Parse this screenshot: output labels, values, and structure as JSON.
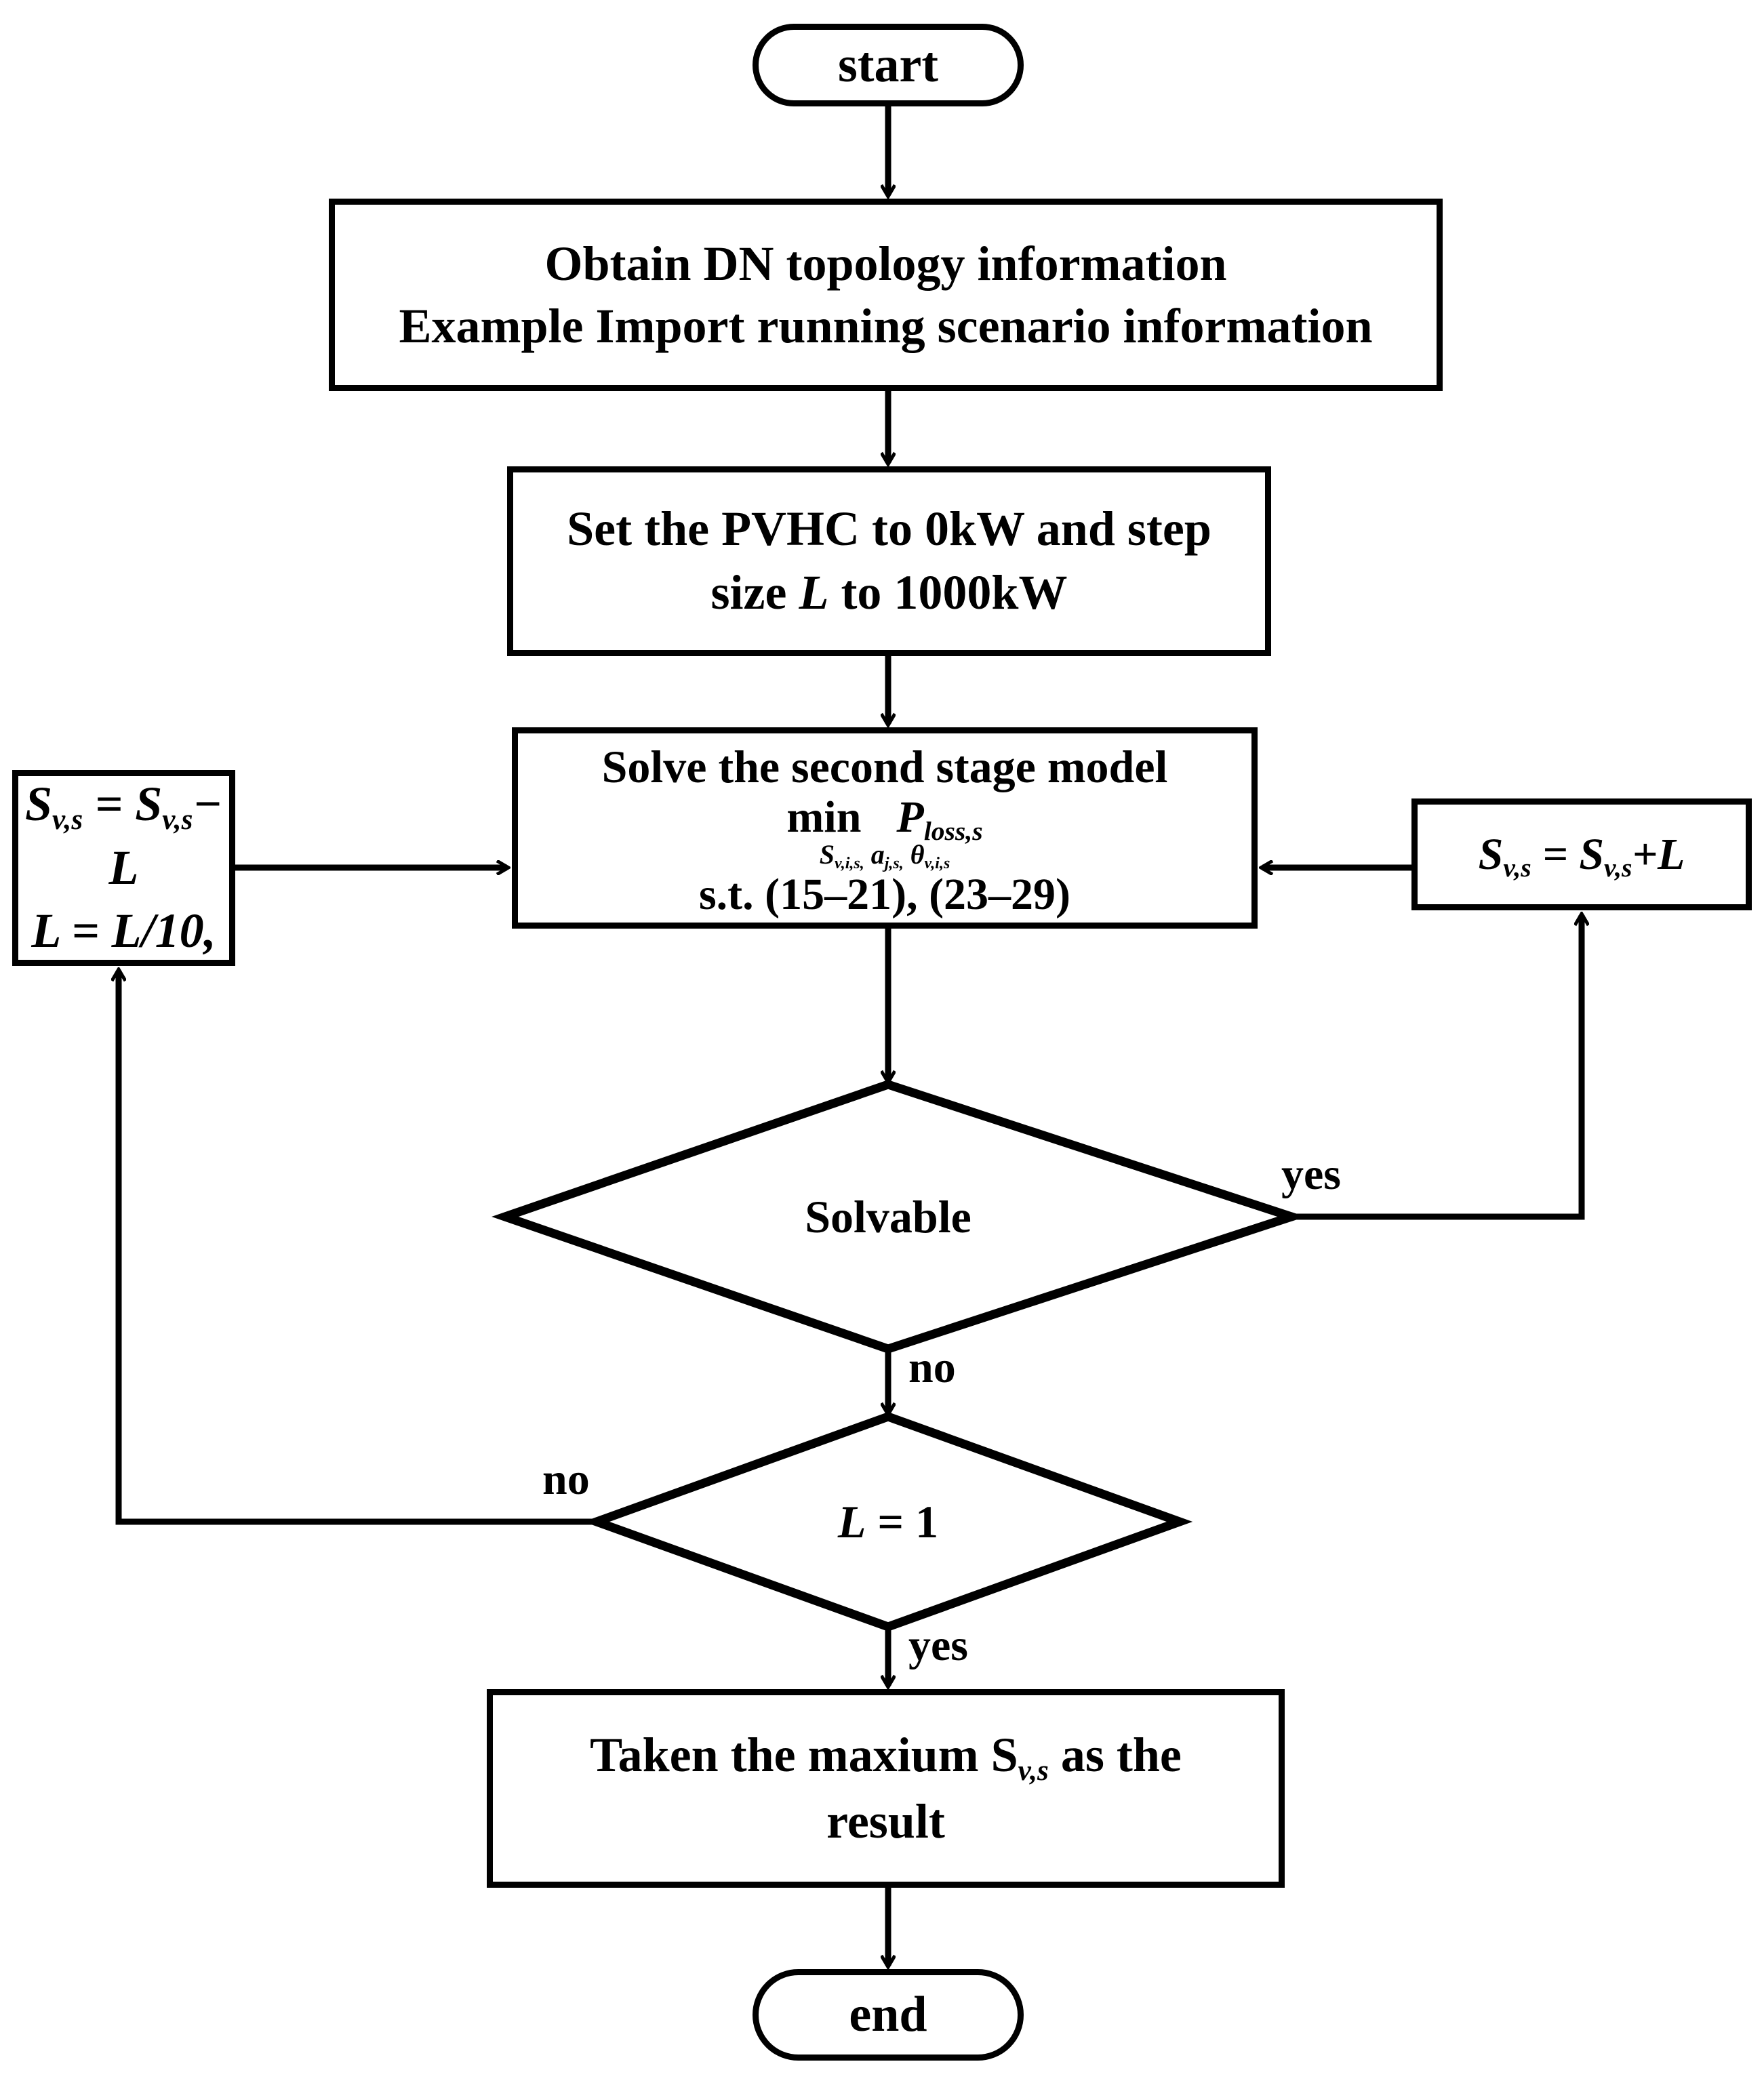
{
  "diagram": {
    "title": "PVHC iterative solution flowchart",
    "stroke_color": "#000000",
    "fill_color": "#ffffff"
  },
  "nodes": {
    "start": {
      "label": "start",
      "shape": "terminator"
    },
    "obtain_info": {
      "shape": "process",
      "line1": "Obtain DN topology information",
      "line2": "Example Import running scenario information"
    },
    "init_pvhc": {
      "shape": "process",
      "line1_a": "Set the PVHC to 0kW and step",
      "line2_a": "size ",
      "line2_var": "L",
      "line2_b": " to 1000kW"
    },
    "solve_model": {
      "shape": "process",
      "line1": "Solve the second stage model",
      "min_word": "min",
      "objective_symbol": "P",
      "objective_sub": "loss,s",
      "decision_vars": "S",
      "decision_vars_sub1": "v,i,s,",
      "decision_vars_2": "a",
      "decision_vars_sub2": "j,s,",
      "decision_vars_3": "θ",
      "decision_vars_sub3": "v,i,s",
      "constraints": "s.t. (15–21), (23–29)"
    },
    "decrement": {
      "shape": "process",
      "line1_lhs": "S",
      "line1_lhs_sub": "v,s",
      "line1_eq": " = ",
      "line1_rhs": "S",
      "line1_rhs_sub": "v,s",
      "line1_op": "− L",
      "line2": "L = L/10,"
    },
    "increment": {
      "shape": "process",
      "lhs": "S",
      "lhs_sub": "v,s",
      "eq": " = ",
      "rhs": "S",
      "rhs_sub": "v,s",
      "op": "+L"
    },
    "solvable": {
      "shape": "decision",
      "label": "Solvable"
    },
    "step_is_one": {
      "shape": "decision",
      "label_var": "L",
      "label_rest": " = 1"
    },
    "take_max": {
      "shape": "process",
      "line1_a": "Taken the maxium S",
      "line1_sub": "v,s",
      "line1_b": " as the",
      "line2": "result"
    },
    "end": {
      "label": "end",
      "shape": "terminator"
    }
  },
  "branch_labels": {
    "solvable_yes": "yes",
    "solvable_no": "no",
    "step_no": "no",
    "step_yes": "yes"
  },
  "edges": [
    {
      "from": "start",
      "to": "obtain_info",
      "label": ""
    },
    {
      "from": "obtain_info",
      "to": "init_pvhc",
      "label": ""
    },
    {
      "from": "init_pvhc",
      "to": "solve_model",
      "label": ""
    },
    {
      "from": "decrement",
      "to": "solve_model",
      "label": ""
    },
    {
      "from": "increment",
      "to": "solve_model",
      "label": ""
    },
    {
      "from": "solve_model",
      "to": "solvable",
      "label": ""
    },
    {
      "from": "solvable",
      "to": "increment",
      "label": "yes"
    },
    {
      "from": "solvable",
      "to": "step_is_one",
      "label": "no"
    },
    {
      "from": "step_is_one",
      "to": "decrement",
      "label": "no"
    },
    {
      "from": "step_is_one",
      "to": "take_max",
      "label": "yes"
    },
    {
      "from": "take_max",
      "to": "end",
      "label": ""
    }
  ]
}
